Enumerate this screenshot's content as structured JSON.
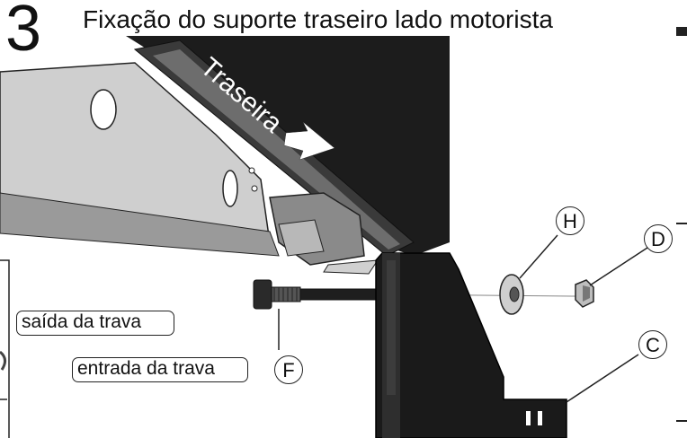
{
  "step": {
    "number": "3",
    "title": "Fixação do suporte traseiro lado motorista"
  },
  "direction_label": "Traseira",
  "callouts": {
    "lock_exit": "saída da trava",
    "lock_entry": "entrada da trava"
  },
  "parts": {
    "bolt": "F",
    "washer": "H",
    "nut": "D",
    "bracket": "C"
  }
}
